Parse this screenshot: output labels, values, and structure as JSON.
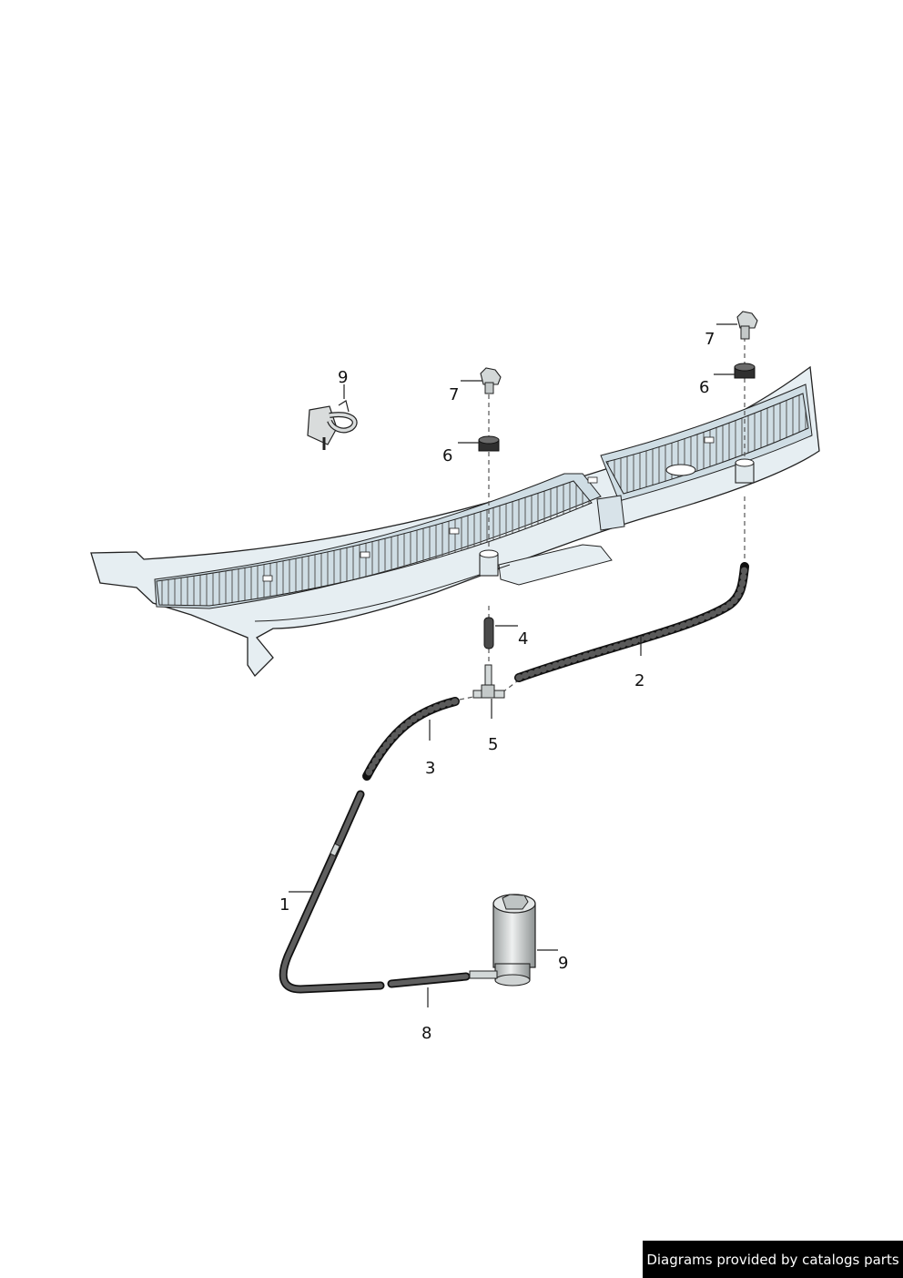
{
  "callouts": {
    "c1": "1",
    "c2": "2",
    "c3": "3",
    "c4": "4",
    "c5": "5",
    "c6a": "6",
    "c6b": "6",
    "c7a": "7",
    "c7b": "7",
    "c8": "8",
    "c9a": "9",
    "c9b": "9"
  },
  "credit": "Diagrams provided by catalogs parts",
  "colors": {
    "panel_fill": "#e6eef2",
    "panel_shade": "#cfdde4",
    "hose_fill": "#4a4a4a",
    "pump_fill": "#d9dcdc"
  }
}
